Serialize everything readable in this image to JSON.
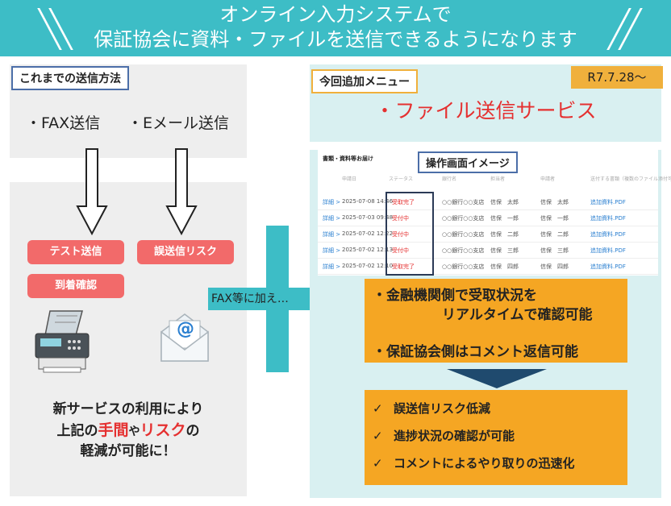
{
  "header": {
    "line1": "オンライン入力システムで",
    "line2": "保証協会に資料・ファイルを送信できるようになります"
  },
  "left": {
    "label": "これまでの送信方法",
    "method_fax": "・FAX送信",
    "method_email": "・Eメール送信",
    "pill_test": "テスト送信",
    "pill_risk": "誤送信リスク",
    "pill_confirm": "到着確認",
    "conclusion": {
      "line1": "新サービスの利用により",
      "line2_a": "上記の",
      "line2_b": "手間",
      "line2_c": "や",
      "line2_d": "リスク",
      "line2_e": "の",
      "line3": "軽減が可能に！"
    },
    "email_icon_text": "@"
  },
  "plus": {
    "label": "FAX等に加え…"
  },
  "right": {
    "label": "今回追加メニュー",
    "date": "R7.7.28〜",
    "service": "・ファイル送信サービス",
    "mock_label": "操作画面イメージ",
    "mock": {
      "title": "書類・資料等お届け",
      "headers": [
        "申請日",
        "ステータス",
        "銀行名",
        "担当者",
        "申請者",
        "",
        "送付する書類（複数のファイル添付可能）"
      ],
      "rows": [
        {
          "link": "詳細 >",
          "date": "2025-07-08 14:46",
          "status": "受取完了",
          "bank": "○○銀行○○支店",
          "p1": "信保　太郎",
          "p2": "信保　太郎",
          "file": "追加資料.PDF"
        },
        {
          "link": "詳細 >",
          "date": "2025-07-03 09:48",
          "status": "受付中",
          "bank": "○○銀行○○支店",
          "p1": "信保　一郎",
          "p2": "信保　一郎",
          "file": "追加資料.PDF"
        },
        {
          "link": "詳細 >",
          "date": "2025-07-02 12:22",
          "status": "受付中",
          "bank": "○○銀行○○支店",
          "p1": "信保　二郎",
          "p2": "信保　二郎",
          "file": "追加資料.PDF"
        },
        {
          "link": "詳細 >",
          "date": "2025-07-02 12:13",
          "status": "受付中",
          "bank": "○○銀行○○支店",
          "p1": "信保　三郎",
          "p2": "信保　三郎",
          "file": "追加資料.PDF"
        },
        {
          "link": "詳細 >",
          "date": "2025-07-02 12:10",
          "status": "受取完了",
          "bank": "○○銀行○○支店",
          "p1": "信保　四郎",
          "p2": "信保　四郎",
          "file": "追加資料.PDF"
        }
      ]
    },
    "features": {
      "line1": "・金融機関側で受取状況を",
      "line2": "リアルタイムで確認可能",
      "line3": "・保証協会側はコメント返信可能"
    },
    "benefits": [
      {
        "check": "✓",
        "text": "誤送信リスク低減"
      },
      {
        "check": "✓",
        "text": "進捗状況の確認が可能"
      },
      {
        "check": "✓",
        "text": "コメントによるやり取りの迅速化"
      }
    ]
  },
  "colors": {
    "teal": "#3dbdc6",
    "pink": "#f26a6a",
    "orange": "#f5a623",
    "red_text": "#e53030",
    "navy_arrow": "#1f4a6e"
  }
}
